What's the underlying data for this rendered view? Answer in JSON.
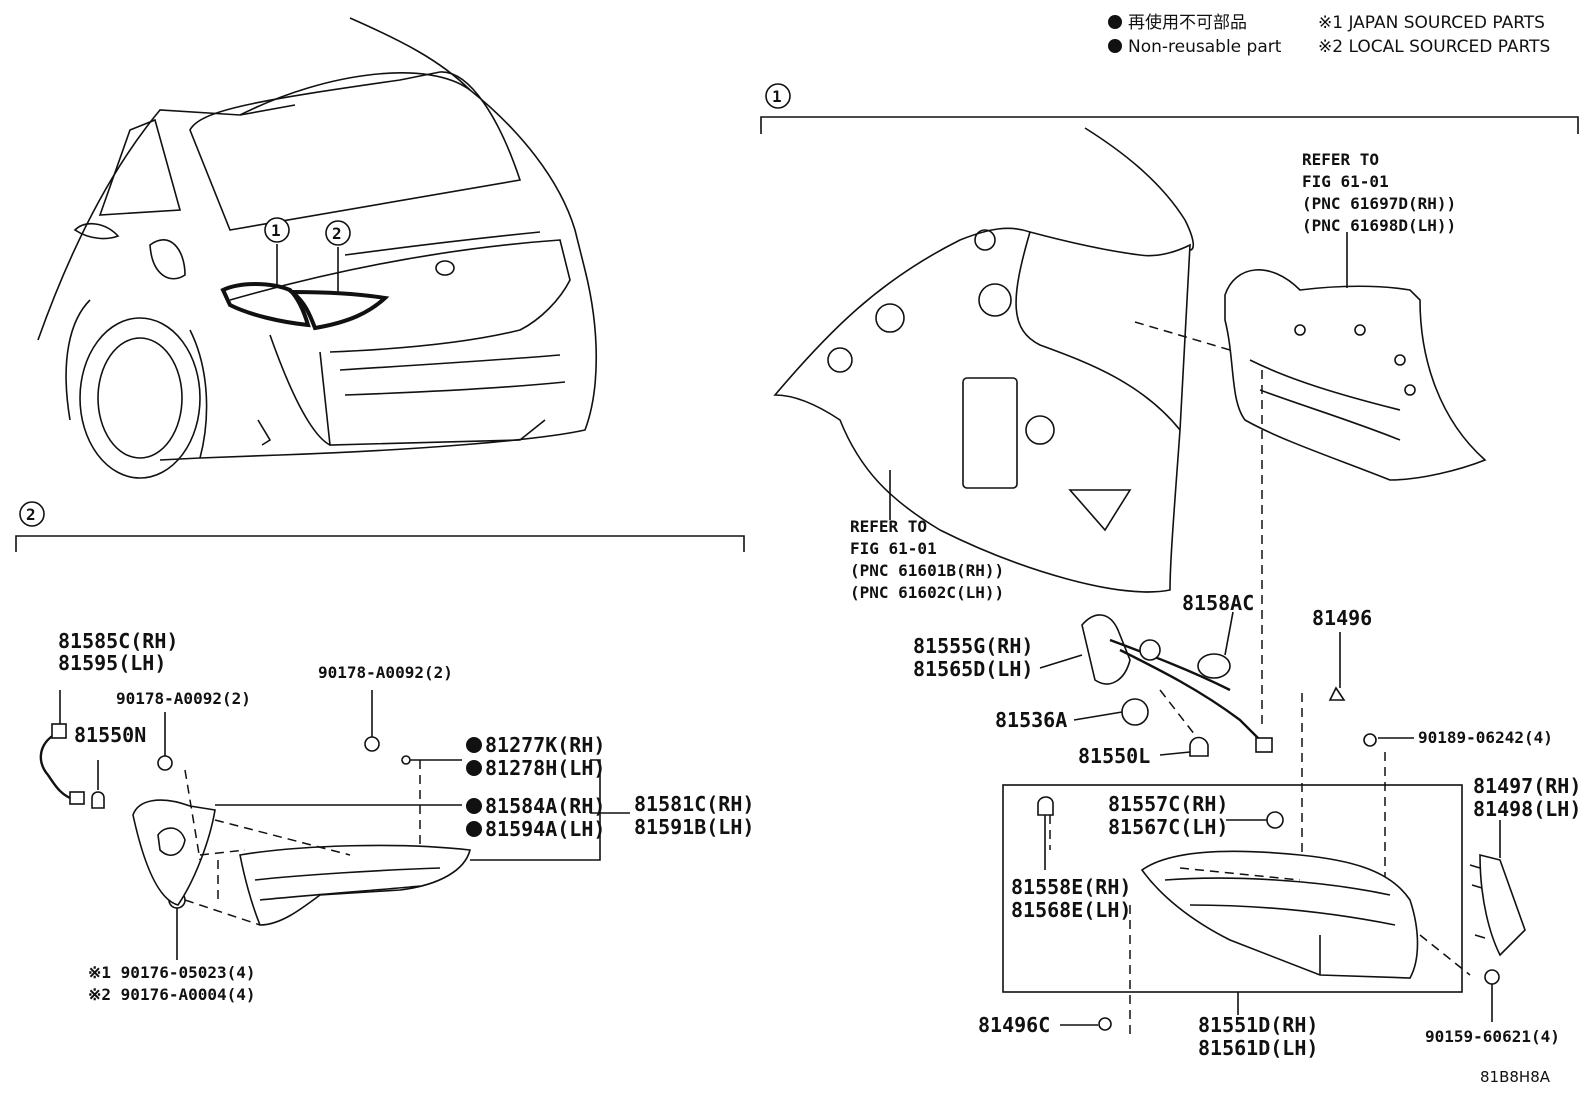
{
  "legend": {
    "jp_label": "再使用不可部品",
    "en_label": "Non-reusable part",
    "note1": "※1 JAPAN SOURCED PARTS",
    "note2": "※2 LOCAL SOURCED PARTS"
  },
  "callouts": {
    "one": "1",
    "two": "2"
  },
  "refer_top": [
    "REFER TO",
    "FIG 61-01",
    "(PNC 61697D(RH))",
    "(PNC 61698D(LH))"
  ],
  "refer_mid": [
    "REFER TO",
    "FIG 61-01",
    "(PNC 61601B(RH))",
    "(PNC 61602C(LH))"
  ],
  "left_parts": {
    "p81585": [
      "81585C(RH)",
      "81595(LH)"
    ],
    "p81550n": "81550N",
    "p90178a": "90178-A0092(2)",
    "p90178b": "90178-A0092(2)",
    "p81277": [
      "81277K(RH)",
      "81278H(LH)"
    ],
    "p81584": [
      "81584A(RH)",
      "81594A(LH)"
    ],
    "p81581": [
      "81581C(RH)",
      "81591B(LH)"
    ],
    "p90176": [
      "※1 90176-05023(4)",
      "※2 90176-A0004(4)"
    ]
  },
  "right_parts": {
    "p8158ac": "8158AC",
    "p81555": [
      "81555G(RH)",
      "81565D(LH)"
    ],
    "p81536a": "81536A",
    "p81550l": "81550L",
    "p81496": "81496",
    "p90189": "90189-06242(4)",
    "p81557": [
      "81557C(RH)",
      "81567C(LH)"
    ],
    "p81558": [
      "81558E(RH)",
      "81568E(LH)"
    ],
    "p81497": [
      "81497(RH)",
      "81498(LH)"
    ],
    "p81496c": "81496C",
    "p81551": [
      "81551D(RH)",
      "81561D(LH)"
    ],
    "p90159": "90159-60621(4)"
  },
  "figure_code": "81B8H8A"
}
